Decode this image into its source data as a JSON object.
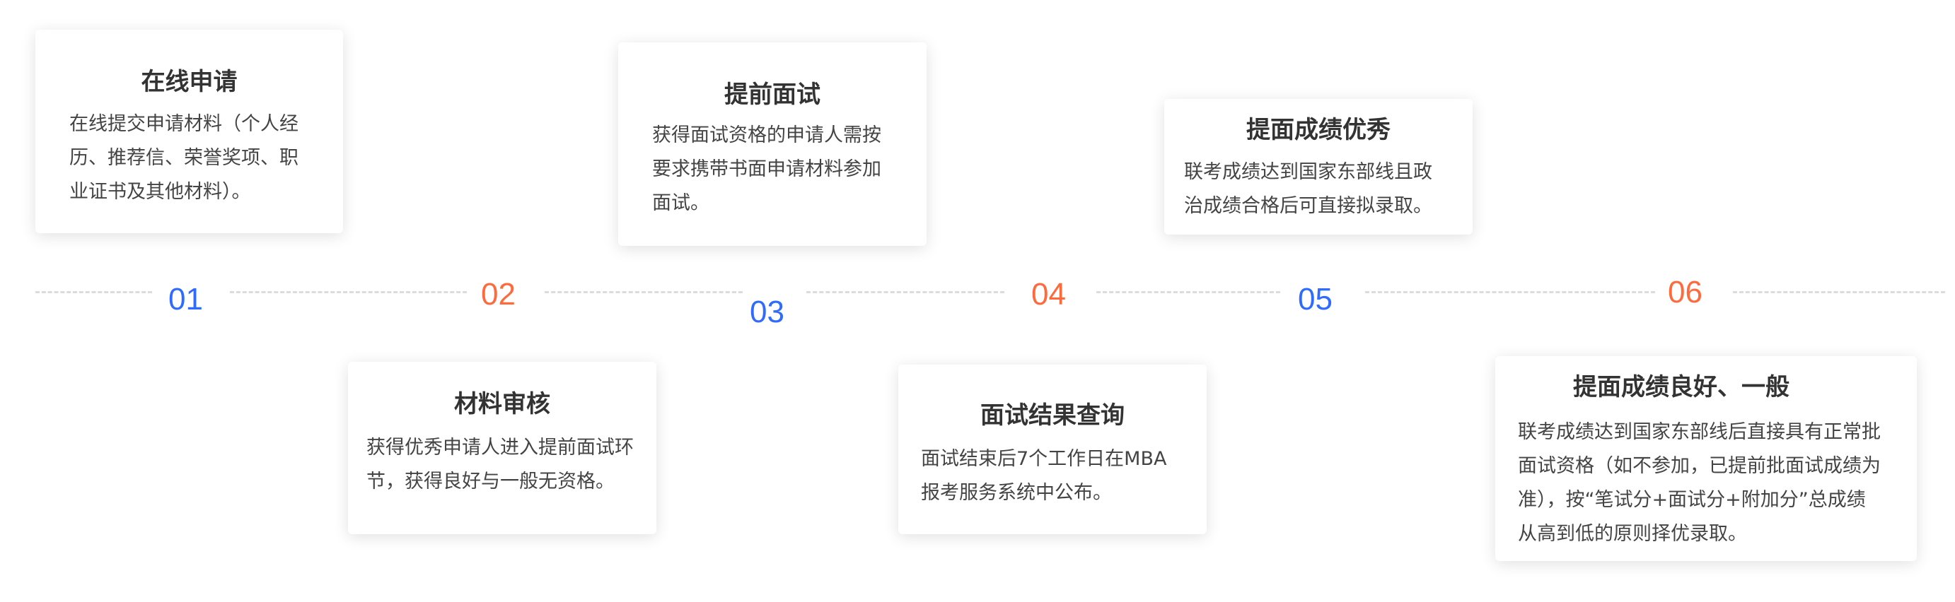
{
  "steps": [
    {
      "number": "01",
      "title": "在线申请",
      "description": "在线提交申请材料（个人经\n历、推荐信、荣誉奖项、职\n业证书及其他材料）。"
    },
    {
      "number": "02",
      "title": "材料审核",
      "description": "获得优秀申请人进入提前面试环\n节，获得良好与一般无资格。"
    },
    {
      "number": "03",
      "title": "提前面试",
      "description": "获得面试资格的申请人需按\n要求携带书面申请材料参加\n面试。"
    },
    {
      "number": "04",
      "title": "面试结果查询",
      "description": "面试结束后7个工作日在MBA\n报考服务系统中公布。"
    },
    {
      "number": "05",
      "title": "提面成绩优秀",
      "description": "联考成绩达到国家东部线且政\n治成绩合格后可直接拟录取。"
    },
    {
      "number": "06",
      "title": "提面成绩良好、一般",
      "description": "联考成绩达到国家东部线后直接具有正常批\n面试资格（如不参加，已提前批面试成绩为\n准），按“笔试分+面试分+附加分”总成绩\n从高到低的原则择优录取。"
    }
  ],
  "colors": {
    "odd_number": "#2f6bff",
    "even_number": "#ff6a3d",
    "timeline_dash": "#dcdcdc"
  }
}
